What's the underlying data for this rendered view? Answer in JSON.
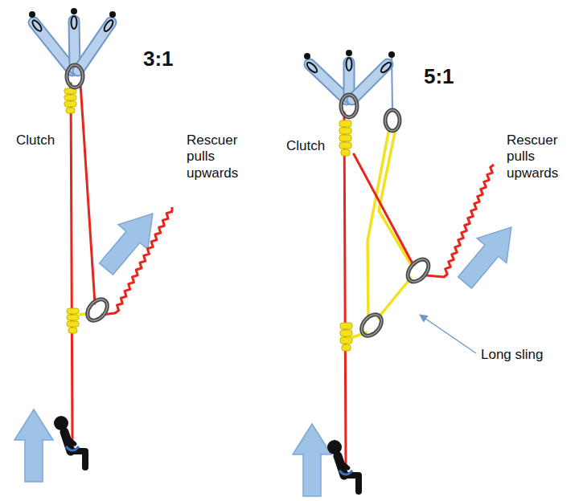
{
  "diagram": {
    "labels": [
      "3:1",
      "Clutch",
      "Rescuer pulls upwards",
      "5:1",
      "Clutch",
      "Rescuer pulls upwards",
      "Long sling"
    ]
  }
}
